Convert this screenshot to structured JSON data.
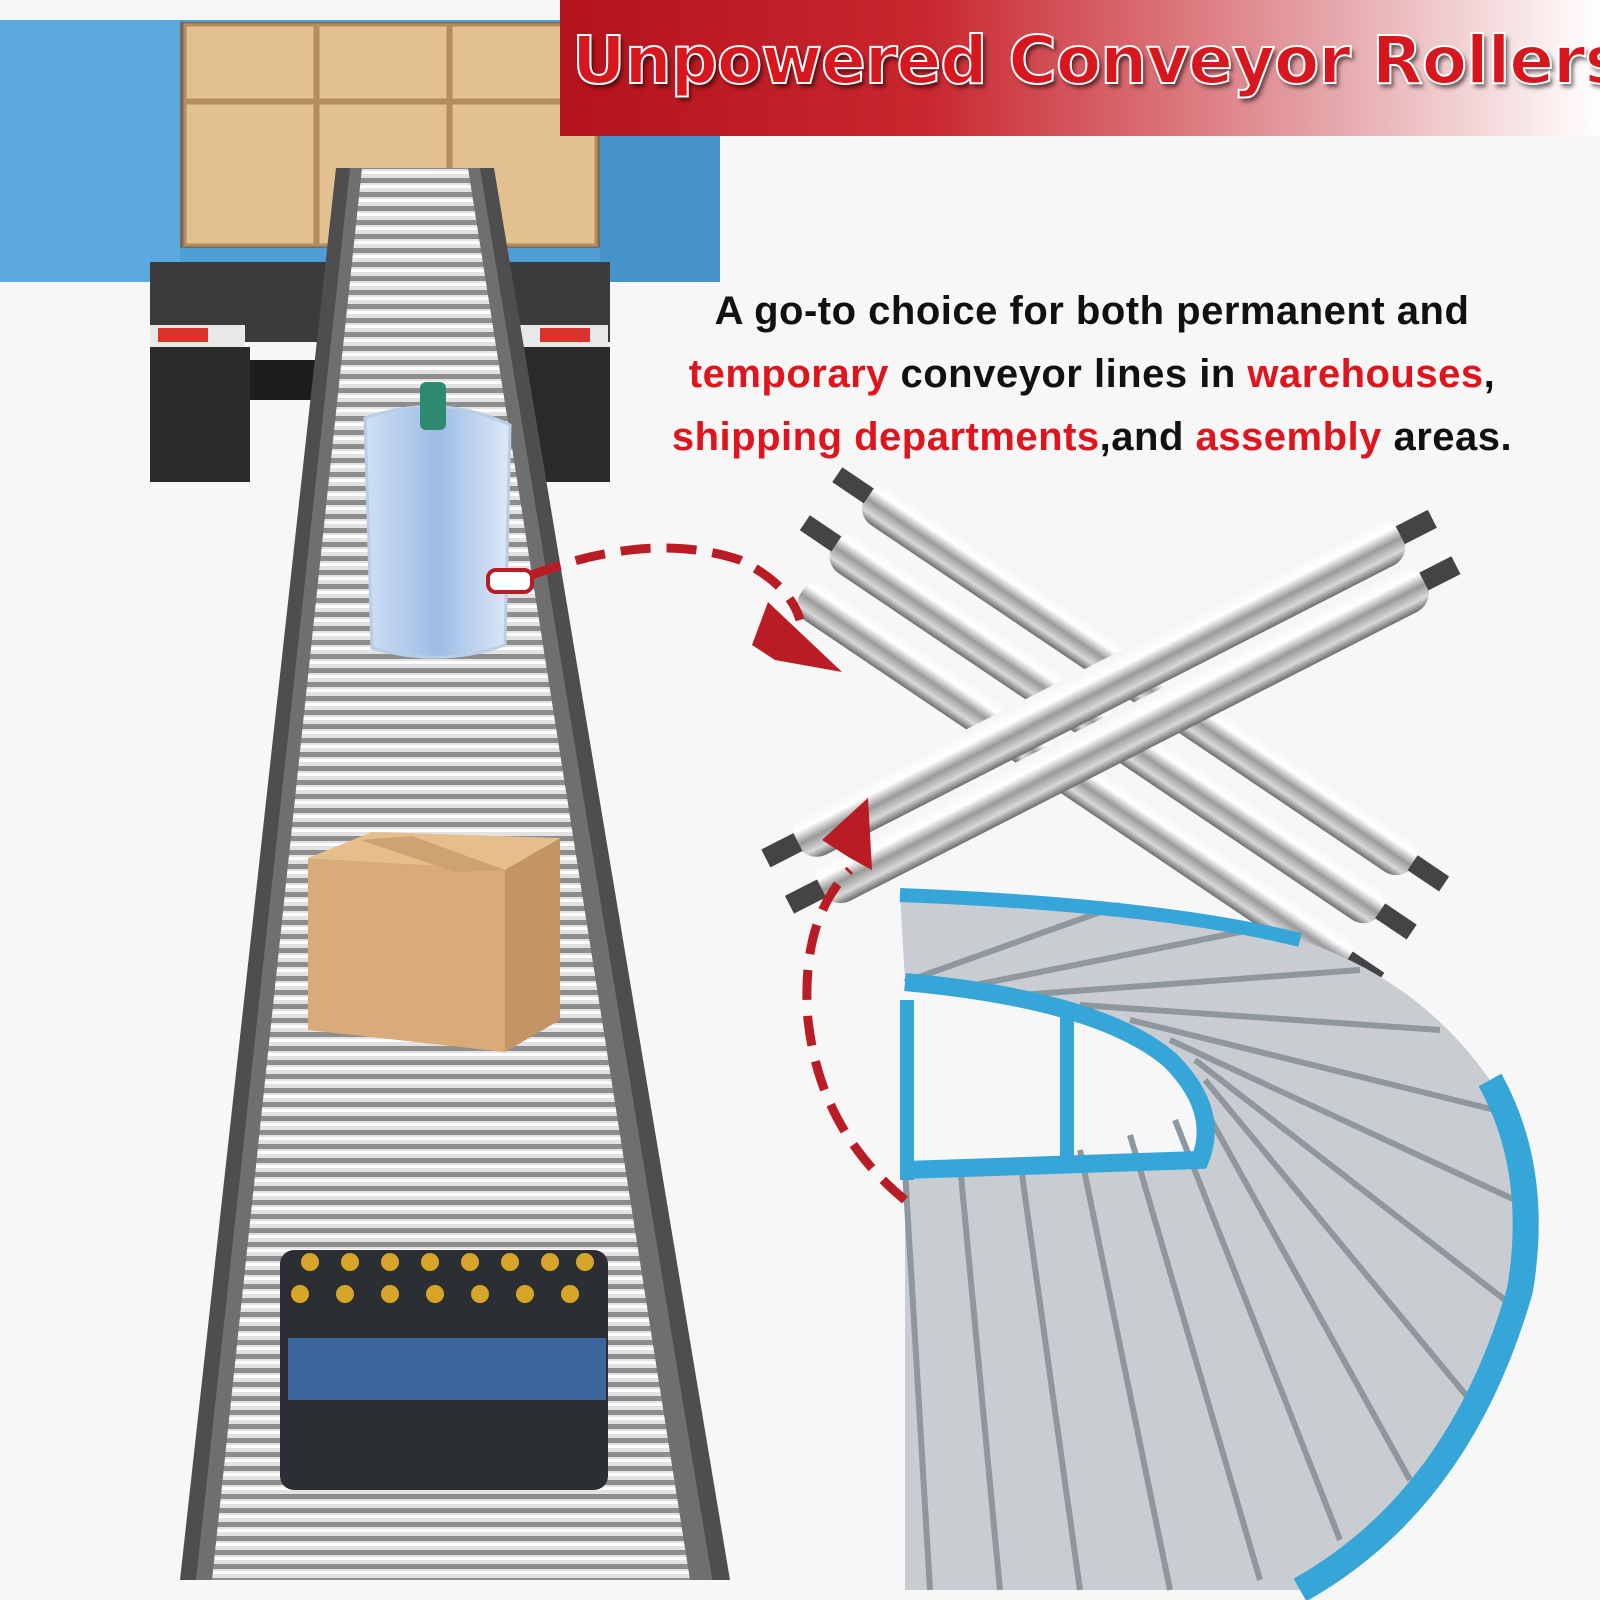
{
  "banner": {
    "title": "Unpowered Conveyor Rollers",
    "gradient_colors": [
      "#b5121b",
      "#c9262e",
      "#ffffff"
    ]
  },
  "tagline": {
    "line1": "A go-to choice for both permanent and",
    "highlight_temporary": "temporary",
    "text_conveyor_lines": " conveyor lines in ",
    "highlight_warehouses": "warehouses",
    "text_comma": ",",
    "highlight_shipping": "shipping departments",
    "text_and": ",and ",
    "highlight_assembly": "assembly",
    "text_areas": " areas.",
    "highlight_color": "#e0141c"
  },
  "scene": {
    "objects": [
      "truck",
      "straight-roller-conveyor",
      "bagged-item",
      "cardboard-box",
      "bottle-pack",
      "steel-rollers-closeup",
      "curved-roller-conveyor",
      "dashed-arrow-top",
      "dashed-arrow-bottom"
    ],
    "colors": {
      "truck": "#4f9fd6",
      "box": "#d8ab79",
      "arrow": "#b91c24",
      "curve_frame": "#36a6d8"
    }
  }
}
